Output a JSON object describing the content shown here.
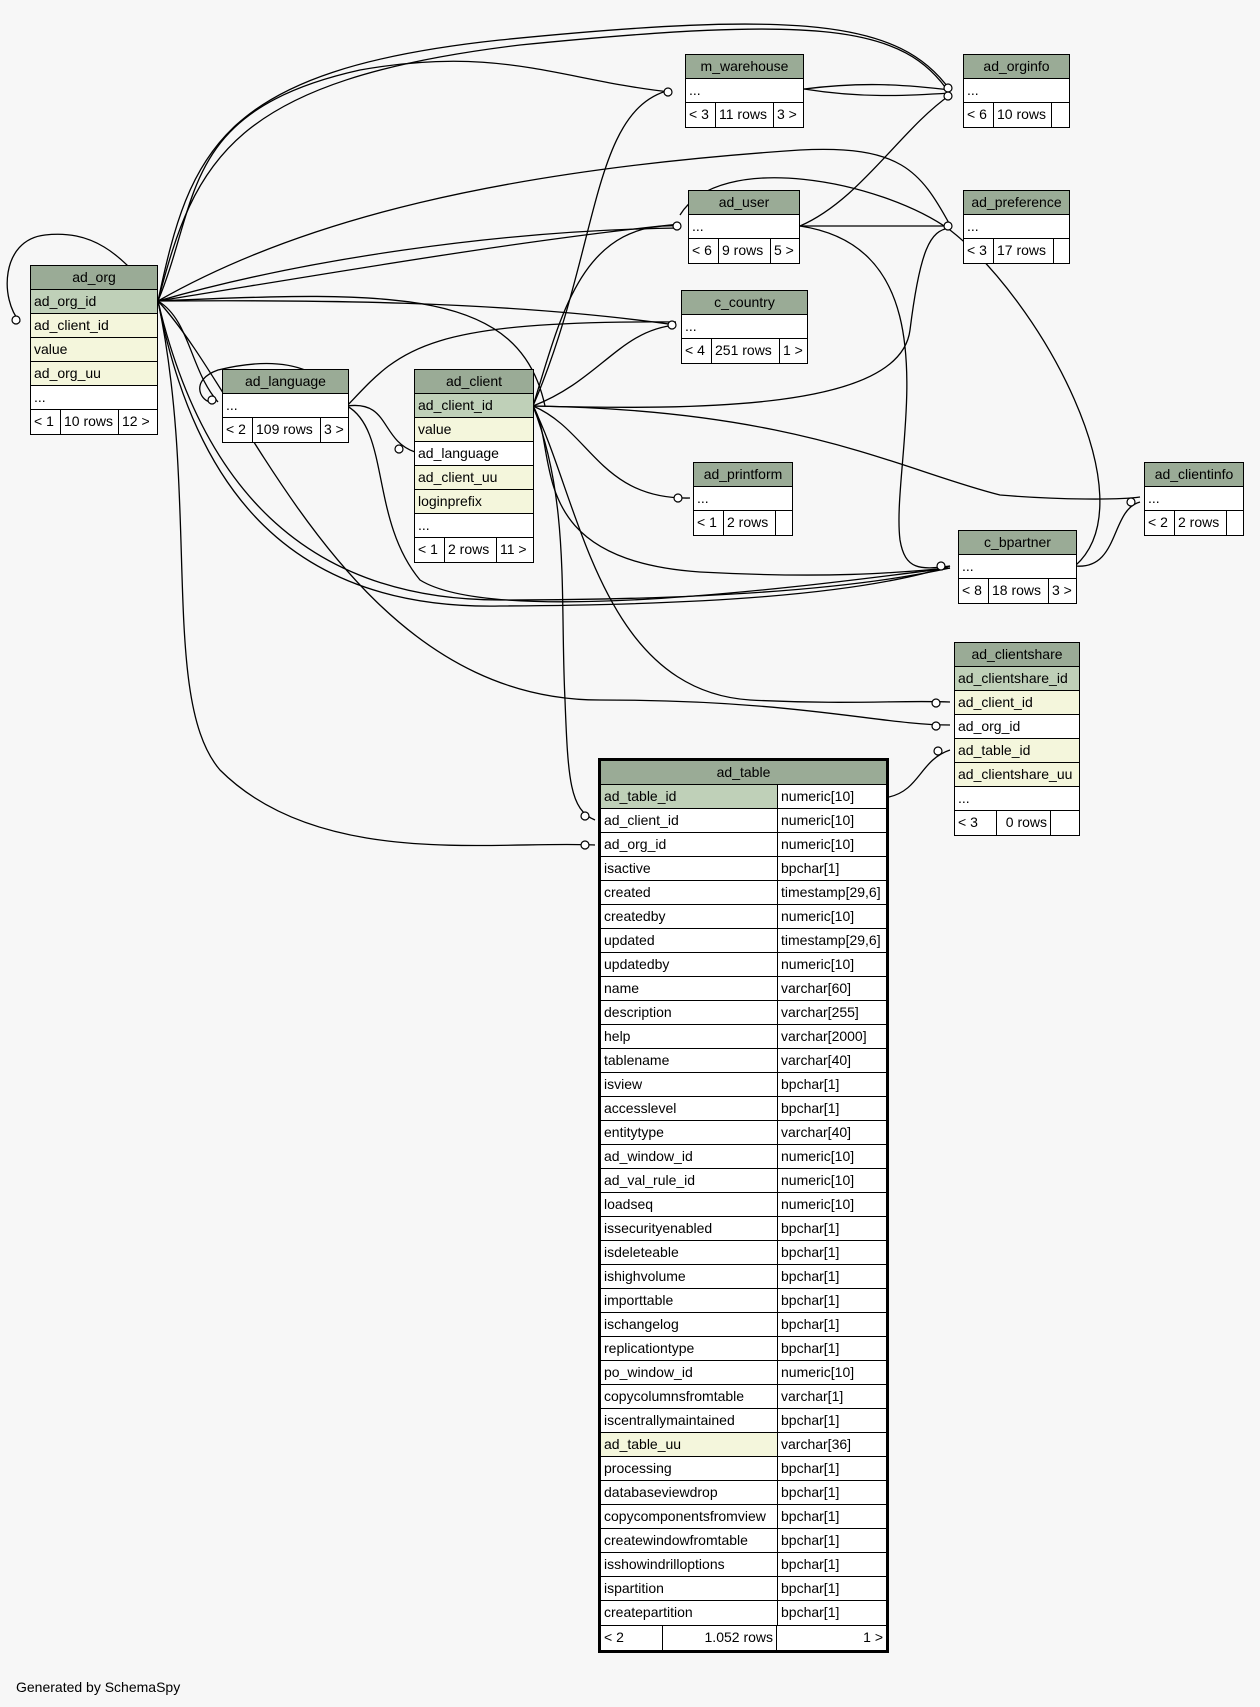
{
  "footer": "Generated by SchemaSpy",
  "tables": {
    "m_warehouse": {
      "name": "m_warehouse",
      "cols": [
        "..."
      ],
      "foot": [
        "< 3",
        "11 rows",
        "3 >"
      ]
    },
    "ad_orginfo": {
      "name": "ad_orginfo",
      "cols": [
        "..."
      ],
      "foot": [
        "< 6",
        "10 rows",
        ""
      ]
    },
    "ad_user": {
      "name": "ad_user",
      "cols": [
        "..."
      ],
      "foot": [
        "< 6",
        "9 rows",
        "5 >"
      ]
    },
    "ad_preference": {
      "name": "ad_preference",
      "cols": [
        "..."
      ],
      "foot": [
        "< 3",
        "17 rows",
        ""
      ]
    },
    "c_country": {
      "name": "c_country",
      "cols": [
        "..."
      ],
      "foot": [
        "< 4",
        "251 rows",
        "1 >"
      ]
    },
    "ad_org": {
      "name": "ad_org",
      "cols": [
        "ad_org_id",
        "ad_client_id",
        "value",
        "ad_org_uu",
        "..."
      ],
      "foot": [
        "< 1",
        "10 rows",
        "12 >"
      ]
    },
    "ad_language": {
      "name": "ad_language",
      "cols": [
        "..."
      ],
      "foot": [
        "< 2",
        "109 rows",
        "3 >"
      ]
    },
    "ad_client": {
      "name": "ad_client",
      "cols": [
        "ad_client_id",
        "value",
        "ad_language",
        "ad_client_uu",
        "loginprefix",
        "..."
      ],
      "foot": [
        "< 1",
        "2 rows",
        "11 >"
      ]
    },
    "ad_printform": {
      "name": "ad_printform",
      "cols": [
        "..."
      ],
      "foot": [
        "< 1",
        "2 rows",
        ""
      ]
    },
    "ad_clientinfo": {
      "name": "ad_clientinfo",
      "cols": [
        "..."
      ],
      "foot": [
        "< 2",
        "2 rows",
        ""
      ]
    },
    "c_bpartner": {
      "name": "c_bpartner",
      "cols": [
        "..."
      ],
      "foot": [
        "< 8",
        "18 rows",
        "3 >"
      ]
    },
    "ad_clientshare": {
      "name": "ad_clientshare",
      "cols": [
        "ad_clientshare_id",
        "ad_client_id",
        "ad_org_id",
        "ad_table_id",
        "ad_clientshare_uu",
        "..."
      ],
      "foot": [
        "< 3",
        "0 rows",
        ""
      ]
    },
    "ad_table": {
      "name": "ad_table",
      "cols": [
        [
          "ad_table_id",
          "numeric[10]"
        ],
        [
          "ad_client_id",
          "numeric[10]"
        ],
        [
          "ad_org_id",
          "numeric[10]"
        ],
        [
          "isactive",
          "bpchar[1]"
        ],
        [
          "created",
          "timestamp[29,6]"
        ],
        [
          "createdby",
          "numeric[10]"
        ],
        [
          "updated",
          "timestamp[29,6]"
        ],
        [
          "updatedby",
          "numeric[10]"
        ],
        [
          "name",
          "varchar[60]"
        ],
        [
          "description",
          "varchar[255]"
        ],
        [
          "help",
          "varchar[2000]"
        ],
        [
          "tablename",
          "varchar[40]"
        ],
        [
          "isview",
          "bpchar[1]"
        ],
        [
          "accesslevel",
          "bpchar[1]"
        ],
        [
          "entitytype",
          "varchar[40]"
        ],
        [
          "ad_window_id",
          "numeric[10]"
        ],
        [
          "ad_val_rule_id",
          "numeric[10]"
        ],
        [
          "loadseq",
          "numeric[10]"
        ],
        [
          "issecurityenabled",
          "bpchar[1]"
        ],
        [
          "isdeleteable",
          "bpchar[1]"
        ],
        [
          "ishighvolume",
          "bpchar[1]"
        ],
        [
          "importtable",
          "bpchar[1]"
        ],
        [
          "ischangelog",
          "bpchar[1]"
        ],
        [
          "replicationtype",
          "bpchar[1]"
        ],
        [
          "po_window_id",
          "numeric[10]"
        ],
        [
          "copycolumnsfromtable",
          "varchar[1]"
        ],
        [
          "iscentrallymaintained",
          "bpchar[1]"
        ],
        [
          "ad_table_uu",
          "varchar[36]"
        ],
        [
          "processing",
          "bpchar[1]"
        ],
        [
          "databaseviewdrop",
          "bpchar[1]"
        ],
        [
          "copycomponentsfromview",
          "bpchar[1]"
        ],
        [
          "createwindowfromtable",
          "bpchar[1]"
        ],
        [
          "isshowindrilloptions",
          "bpchar[1]"
        ],
        [
          "ispartition",
          "bpchar[1]"
        ],
        [
          "createpartition",
          "bpchar[1]"
        ]
      ],
      "foot": [
        "< 2",
        "1.052 rows",
        "1 >"
      ]
    }
  }
}
